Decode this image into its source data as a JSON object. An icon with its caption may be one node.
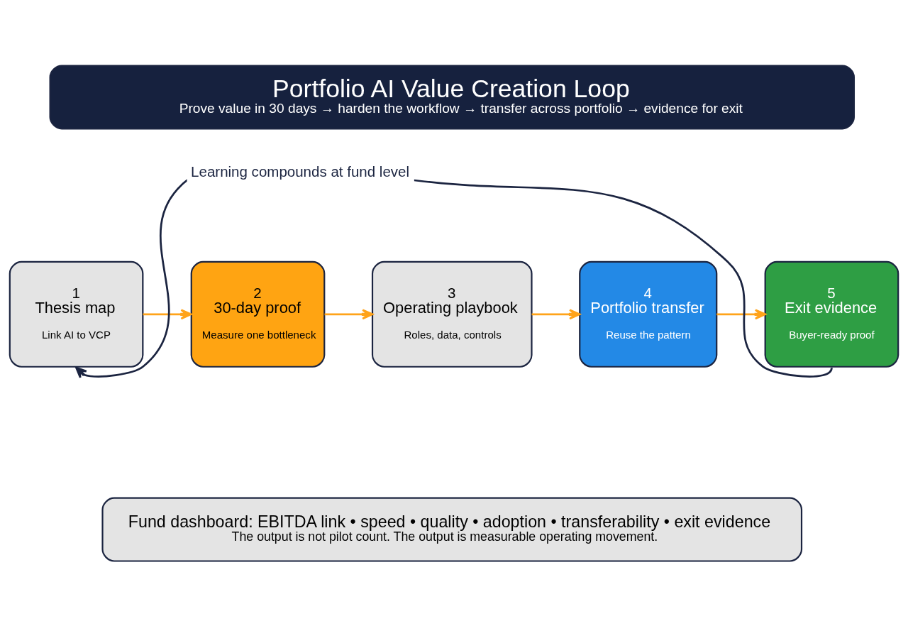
{
  "diagram": {
    "nodes": [
      {
        "text": [
          "Portfolio AI Value Creation Loop",
          "Prove value in 30 days → harden the workflow → transfer across portfolio → evidence for exit"
        ]
      },
      {
        "text": [
          "1",
          "Thesis map",
          "Link AI to VCP"
        ]
      },
      {
        "text": [
          "2",
          "30-day proof",
          "Measure one bottleneck"
        ]
      },
      {
        "text": [
          "3",
          "Operating playbook",
          "Roles, data, controls"
        ]
      },
      {
        "text": [
          "4",
          "Portfolio transfer",
          "Reuse the pattern"
        ]
      },
      {
        "text": [
          "5",
          "Exit evidence",
          "Buyer-ready proof"
        ]
      },
      {
        "text": [
          "Fund dashboard: EBITDA link • speed • quality • adoption • transferability • exit evidence",
          "The output is not pilot count. The output is measurable operating movement."
        ]
      }
    ],
    "edges": [
      {
        "from": 1,
        "to": 2,
        "arrow": "to"
      },
      {
        "from": 2,
        "to": 3,
        "arrow": "to"
      },
      {
        "from": 3,
        "to": 4,
        "arrow": "to"
      },
      {
        "from": 4,
        "to": 5,
        "arrow": "to"
      },
      {
        "from": 5,
        "to": 1,
        "arrow": "to",
        "label": "Learning compounds at fund level",
        "color": "#1b2440"
      }
    ]
  }
}
